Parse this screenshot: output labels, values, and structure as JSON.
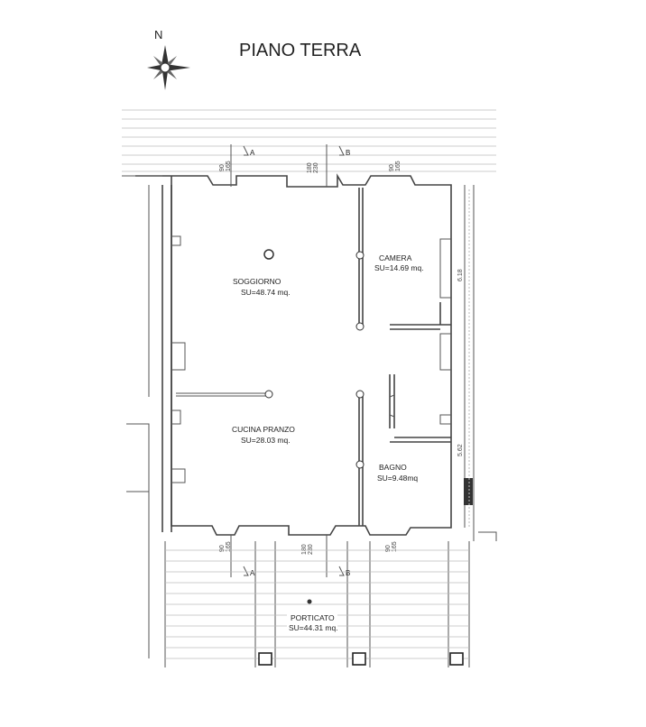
{
  "title": "PIANO TERRA",
  "compass": {
    "label": "N",
    "icon": "compass-rose-icon"
  },
  "rooms": [
    {
      "name": "SOGGIORNO",
      "area": "SU=48.74 mq."
    },
    {
      "name": "CAMERA",
      "area": "SU=14.69 mq."
    },
    {
      "name": "CUCINA PRANZO",
      "area": "SU=28.03 mq."
    },
    {
      "name": "BAGNO",
      "area": "SU=9.48mq"
    },
    {
      "name": "PORTICATO",
      "area": "SU=44.31 mq."
    }
  ],
  "sections": [
    "A",
    "B"
  ],
  "dimensions": {
    "window_small_a": "90",
    "window_small_b": "165",
    "window_large_a": "180",
    "window_large_b": "230",
    "side_upper": "6.18",
    "side_lower": "5.62"
  }
}
